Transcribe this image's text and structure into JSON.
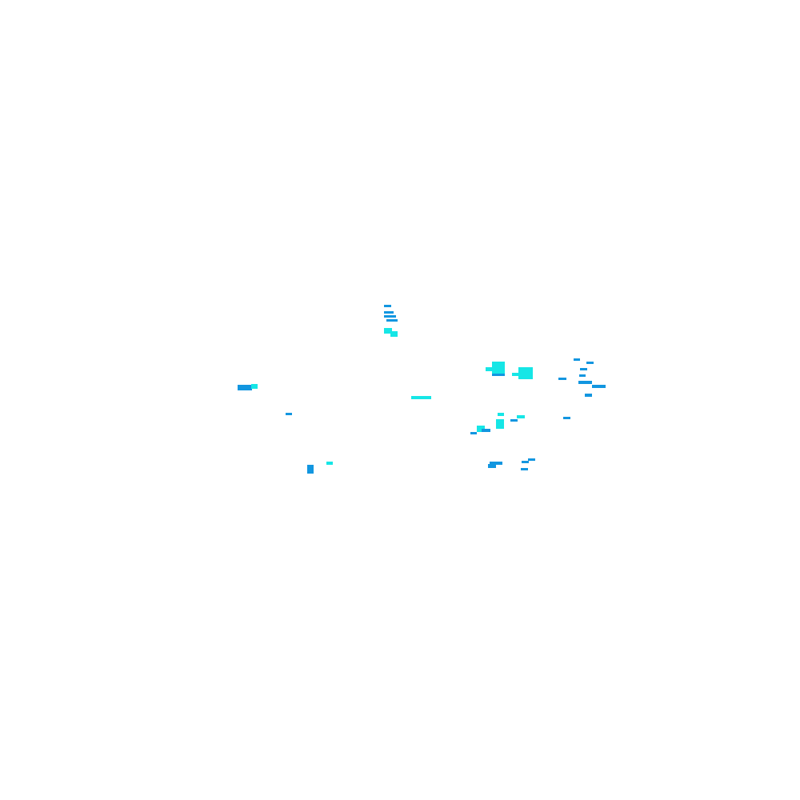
{
  "colors": {
    "background": "#ffffff",
    "blue": "#1296e0",
    "cyan": "#16e6e6"
  },
  "fragments": [
    {
      "c": "blue"
    },
    {
      "c": "blue"
    },
    {
      "c": "blue"
    },
    {
      "c": "blue"
    },
    {
      "c": "cyan"
    },
    {
      "c": "cyan"
    },
    {
      "c": "blue"
    },
    {
      "c": "cyan"
    },
    {
      "c": "cyan"
    },
    {
      "c": "blue"
    },
    {
      "c": "blue"
    },
    {
      "c": "cyan"
    },
    {
      "c": "cyan"
    },
    {
      "c": "cyan"
    },
    {
      "c": "blue"
    },
    {
      "c": "cyan"
    },
    {
      "c": "cyan"
    },
    {
      "c": "blue"
    },
    {
      "c": "blue"
    },
    {
      "c": "blue"
    },
    {
      "c": "blue"
    },
    {
      "c": "blue"
    },
    {
      "c": "blue"
    },
    {
      "c": "blue"
    },
    {
      "c": "blue"
    },
    {
      "c": "cyan"
    },
    {
      "c": "cyan"
    },
    {
      "c": "cyan"
    },
    {
      "c": "blue"
    },
    {
      "c": "blue"
    },
    {
      "c": "cyan"
    },
    {
      "c": "blue"
    },
    {
      "c": "blue"
    },
    {
      "c": "blue"
    },
    {
      "c": "blue"
    },
    {
      "c": "blue"
    },
    {
      "c": "blue"
    },
    {
      "c": "blue"
    }
  ]
}
